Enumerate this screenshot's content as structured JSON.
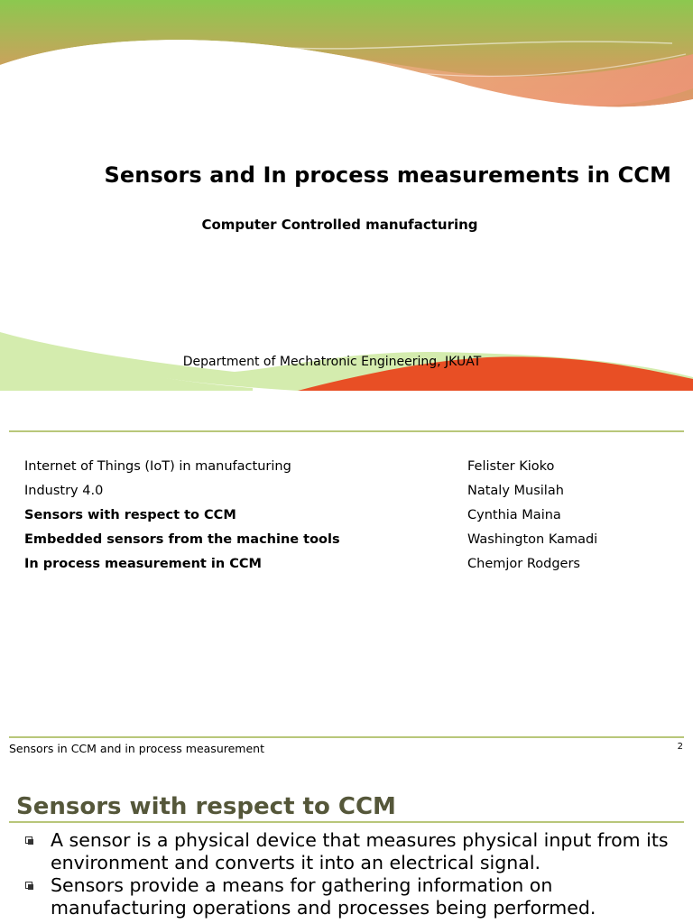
{
  "slide1": {
    "title": "Sensors and In process measurements in CCM",
    "subtitle": "Computer Controlled manufacturing",
    "department": "Department of Mechatronic Engineering, JKUAT",
    "colors": {
      "green": "#8cc84f",
      "peach": "#f0a27c",
      "orange": "#e84f25",
      "light_green": "#d4ecae"
    }
  },
  "slide2": {
    "topics": [
      {
        "text": "Internet of Things (IoT) in manufacturing",
        "bold": false
      },
      {
        "text": "Industry 4.0",
        "bold": false
      },
      {
        "text": "Sensors with respect to CCM",
        "bold": true
      },
      {
        "text": "Embedded sensors from the machine tools",
        "bold": true
      },
      {
        "text": "In process measurement in CCM",
        "bold": true
      }
    ],
    "names": [
      "Felister Kioko",
      "Nataly Musilah",
      "Cynthia Maina",
      "Washington Kamadi",
      "Chemjor Rodgers"
    ],
    "footer_text": "Sensors in CCM and in process measurement",
    "page_number": "2"
  },
  "slide3": {
    "title": "Sensors with respect to CCM",
    "bullets": [
      "A sensor is a physical device that measures physical input from its environment and converts it into an electrical signal.",
      "Sensors provide a means for gathering information on manufacturing operations and processes being performed."
    ]
  }
}
